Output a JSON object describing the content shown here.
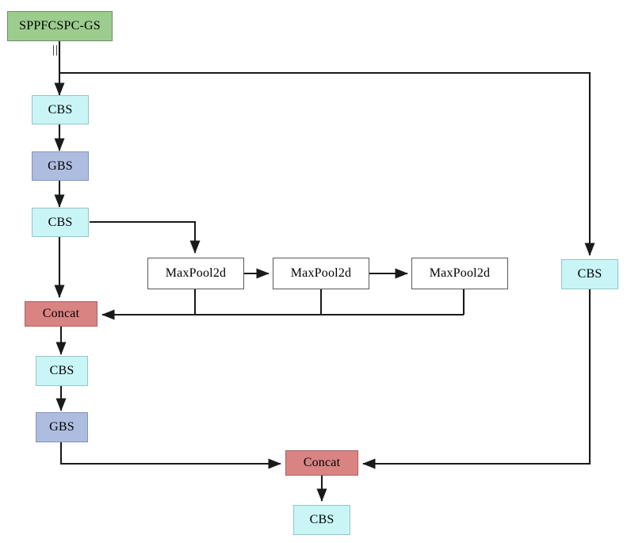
{
  "diagram": {
    "title": "SPPFCSPC-GS",
    "colors": {
      "head": "#9ccc8e",
      "cbs": "#c9f5f6",
      "gbs": "#aebddf",
      "concat": "#d98382",
      "maxpool": "#ffffff",
      "edge": "#1a1a1a",
      "background": "#ffffff"
    },
    "nodes": {
      "head": "SPPFCSPC-GS",
      "cbs_1": "CBS",
      "gbs_1": "GBS",
      "cbs_2": "CBS",
      "maxpool_1": "MaxPool2d",
      "maxpool_2": "MaxPool2d",
      "maxpool_3": "MaxPool2d",
      "concat_1": "Concat",
      "cbs_3": "CBS",
      "gbs_2": "GBS",
      "cbs_branch": "CBS",
      "concat_2": "Concat",
      "cbs_out": "CBS"
    },
    "edge_labels": {
      "split": "||"
    }
  }
}
